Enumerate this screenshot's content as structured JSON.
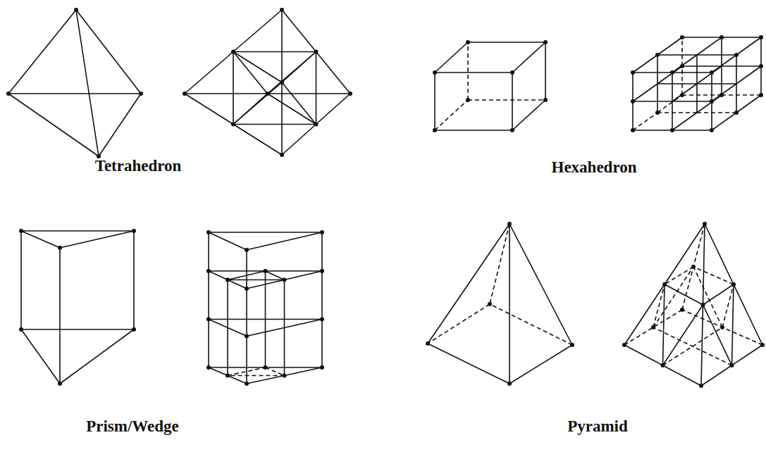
{
  "diagram": {
    "labels": [
      "Tetrahedron",
      "Hexahedron",
      "Prism/Wedge",
      "Pyramid"
    ]
  }
}
